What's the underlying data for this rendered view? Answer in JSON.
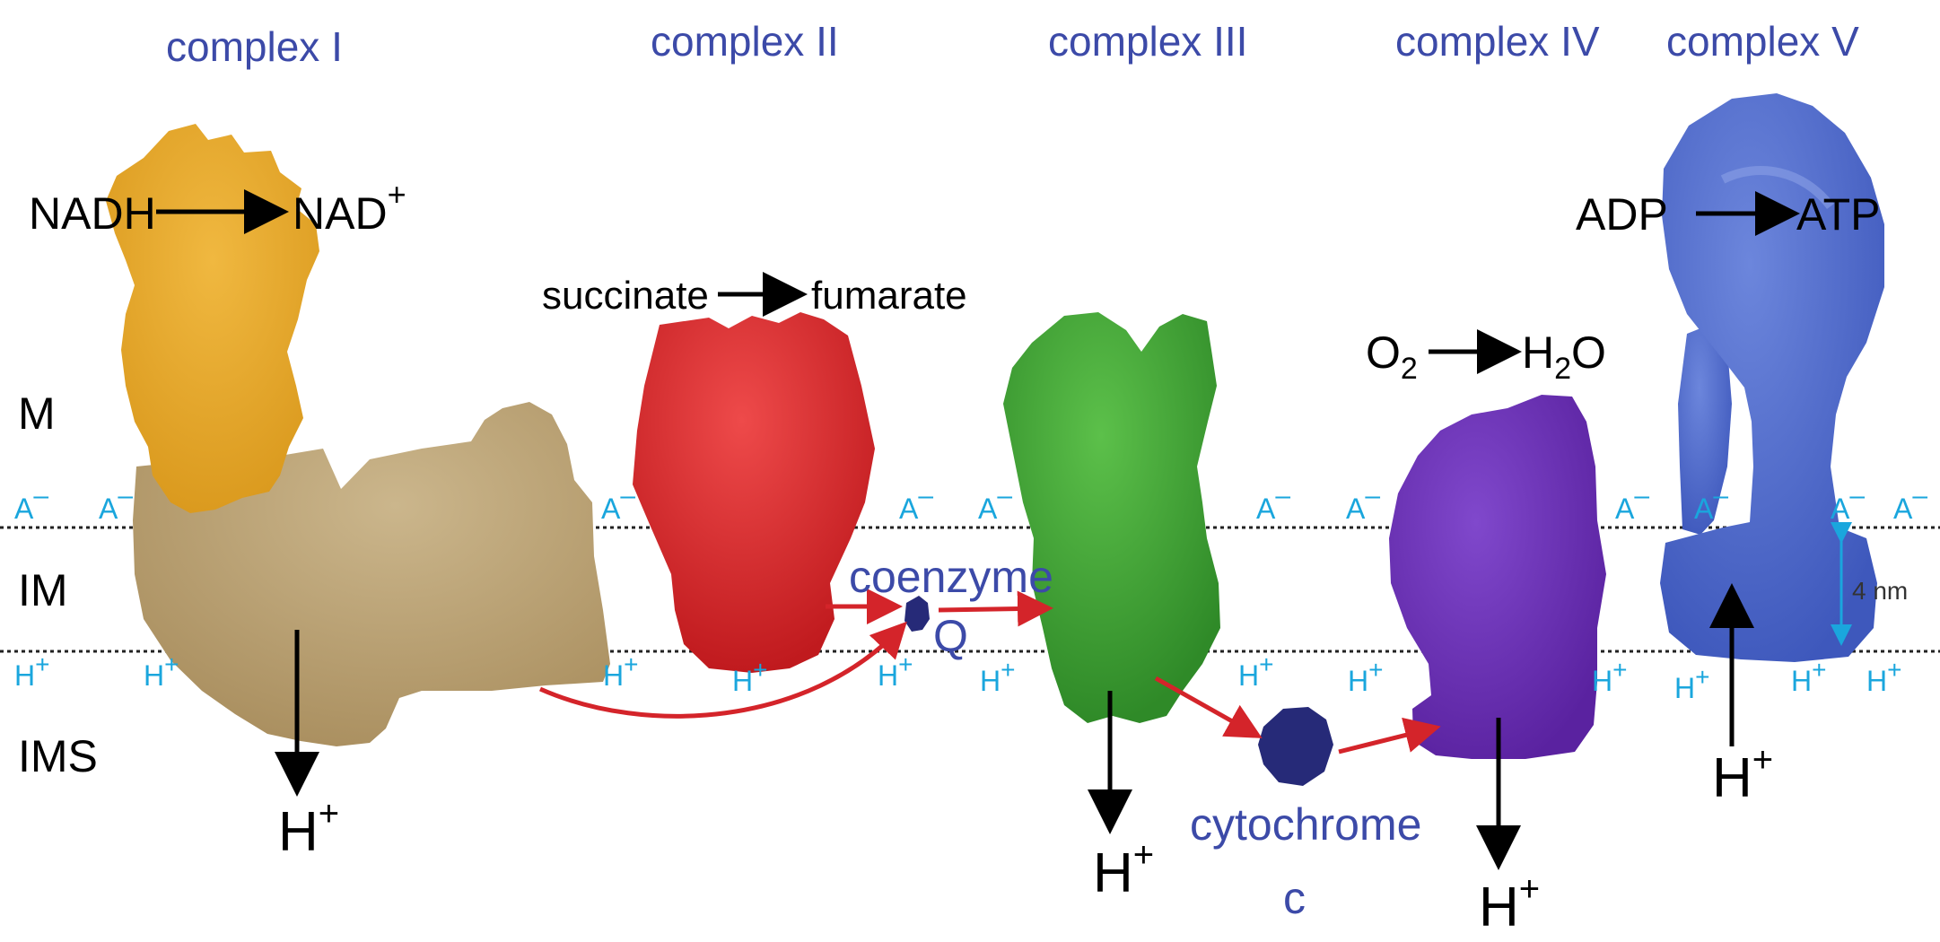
{
  "complexes": [
    {
      "label": "complex I",
      "color": "#e2a326"
    },
    {
      "label": "complex II",
      "color": "#d01e22"
    },
    {
      "label": "complex III",
      "color": "#3a9a2e"
    },
    {
      "label": "complex IV",
      "color": "#6a2eb0"
    },
    {
      "label": "complex V",
      "color": "#4664c8"
    }
  ],
  "membrane_domain_color": "#b8a075",
  "regions": {
    "matrix": "M",
    "inner_membrane": "IM",
    "intermembrane_space": "IMS"
  },
  "reactions": {
    "c1": {
      "substrate": "NADH",
      "product": "NAD",
      "product_sup": "+"
    },
    "c2": {
      "substrate": "succinate",
      "product": "fumarate"
    },
    "c4": {
      "substrate_base": "O",
      "substrate_sub": "2",
      "product_h": "H",
      "product_sub": "2",
      "product_o": "O"
    },
    "c5": {
      "substrate": "ADP",
      "product": "ATP"
    }
  },
  "carriers": {
    "q": {
      "label": "coenzyme",
      "label2": "Q",
      "color": "#262a78"
    },
    "cyt": {
      "label": "cytochrome",
      "label2": "c",
      "color": "#262a78"
    }
  },
  "ions": {
    "anion": "A",
    "anion_sup": "–",
    "proton": "H",
    "proton_sup": "+"
  },
  "membrane_thickness_label": "4 nm",
  "colors": {
    "ion": "#1aa6dd",
    "electron_arrow": "#d4242a",
    "title": "#3c4aa8"
  }
}
